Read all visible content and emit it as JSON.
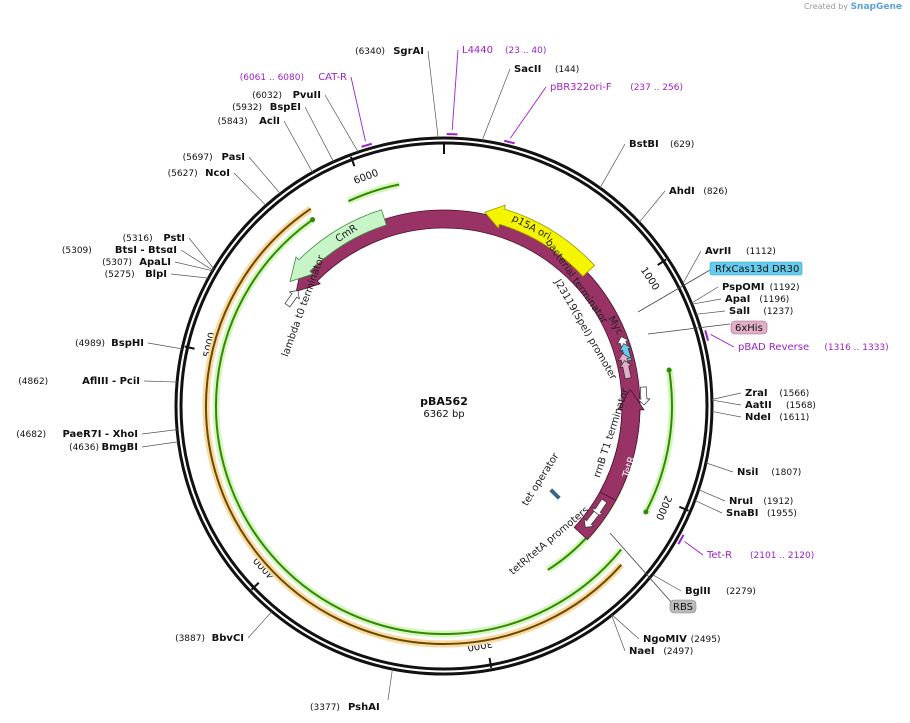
{
  "credit": {
    "prefix": "Created by",
    "brand": "SnapGene"
  },
  "plasmid": {
    "name": "pBA562",
    "length_label": "6362 bp",
    "length": 6362
  },
  "ticks": [
    "1000",
    "2000",
    "3000",
    "4000",
    "5000",
    "6000"
  ],
  "sites": [
    {
      "name": "SgrAI",
      "pos": "(6340)"
    },
    {
      "name": "SacII",
      "pos": "(144)"
    },
    {
      "name": "BstBI",
      "pos": "(629)"
    },
    {
      "name": "AhdI",
      "pos": "(826)"
    },
    {
      "name": "AvrII",
      "pos": "(1112)"
    },
    {
      "name": "PspOMI",
      "pos": "(1192)"
    },
    {
      "name": "ApaI",
      "pos": "(1196)"
    },
    {
      "name": "SalI",
      "pos": "(1237)"
    },
    {
      "name": "ZraI",
      "pos": "(1566)"
    },
    {
      "name": "AatII",
      "pos": "(1568)"
    },
    {
      "name": "NdeI",
      "pos": "(1611)"
    },
    {
      "name": "NsiI",
      "pos": "(1807)"
    },
    {
      "name": "NruI",
      "pos": "(1912)"
    },
    {
      "name": "SnaBI",
      "pos": "(1955)"
    },
    {
      "name": "BglII",
      "pos": "(2279)"
    },
    {
      "name": "NgoMIV",
      "pos": "(2495)"
    },
    {
      "name": "NaeI",
      "pos": "(2497)"
    },
    {
      "name": "PshAI",
      "pos": "(3377)"
    },
    {
      "name": "BbvCI",
      "pos": "(3887)"
    },
    {
      "name": "BmgBI",
      "pos": "(4636)"
    },
    {
      "name": "PaeR7I - XhoI",
      "pos": "(4682)"
    },
    {
      "name": "AflIII - PciI",
      "pos": "(4862)"
    },
    {
      "name": "BspHI",
      "pos": "(4989)"
    },
    {
      "name": "BlpI",
      "pos": "(5275)"
    },
    {
      "name": "ApaLI",
      "pos": "(5307)"
    },
    {
      "name": "BtsI - BtsαI",
      "pos": "(5309)"
    },
    {
      "name": "PstI",
      "pos": "(5316)"
    },
    {
      "name": "NcoI",
      "pos": "(5627)"
    },
    {
      "name": "PasI",
      "pos": "(5697)"
    },
    {
      "name": "AclI",
      "pos": "(5843)"
    },
    {
      "name": "BspEI",
      "pos": "(5932)"
    },
    {
      "name": "PvuII",
      "pos": "(6032)"
    }
  ],
  "primers": [
    {
      "name": "L4440",
      "pos": "(23 .. 40)"
    },
    {
      "name": "pBR322ori-F",
      "pos": "(237 .. 256)"
    },
    {
      "name": "CAT-R",
      "pos": "(6061 .. 6080)"
    },
    {
      "name": "pBAD Reverse",
      "pos": "(1316 .. 1333)"
    },
    {
      "name": "Tet-R",
      "pos": "(2101 .. 2120)"
    }
  ],
  "features": [
    {
      "name": "p15A ori",
      "color": "#f5f500"
    },
    {
      "name": "CmR",
      "color": "#c8f5c8"
    },
    {
      "name": "RfxCas13d",
      "color": "#993366"
    },
    {
      "name": "TetR",
      "color": "#993366"
    },
    {
      "name": "Myc",
      "color": "#e0b0c8"
    },
    {
      "name": "bacterial terminator",
      "color": "#ffffff"
    },
    {
      "name": "J23119(SpeI) promoter",
      "color": "#ffffff"
    },
    {
      "name": "lambda t0 terminator",
      "color": "#ffffff"
    },
    {
      "name": "rrnB T1 terminator",
      "color": "#ffffff"
    },
    {
      "name": "tetR/tetA promoters",
      "color": "#ffffff"
    },
    {
      "name": "tet operator",
      "color": "#336688"
    }
  ],
  "boxed_labels": [
    {
      "name": "RfxCas13d DR30",
      "color": "#66ccee"
    },
    {
      "name": "6xHis",
      "color": "#e0b0c8"
    },
    {
      "name": "RBS",
      "color": "#bbbbbb"
    }
  ]
}
